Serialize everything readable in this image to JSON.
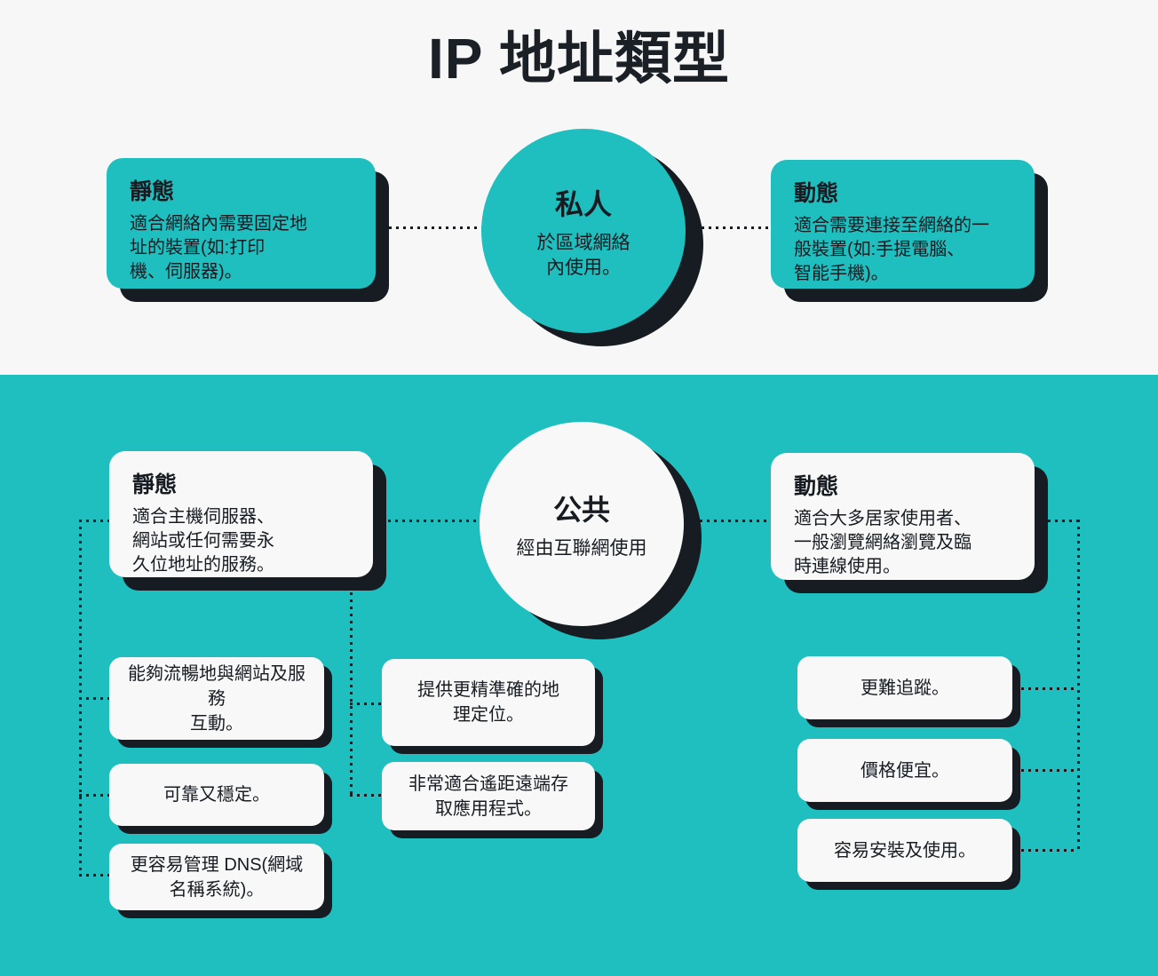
{
  "title": "IP 地址類型",
  "colors": {
    "accent_teal": "#1fbfbf",
    "shadow_black": "#171c22",
    "background_light": "#f7f7f7",
    "card_white": "#f8f8f8",
    "text": "#1b2026"
  },
  "private_section": {
    "hub": {
      "title": "私人",
      "subtitle": "於區域網絡\n內使用。"
    },
    "static_card": {
      "title": "靜態",
      "body": "適合網絡內需要固定地\n址的裝置(如:打印\n機、伺服器)。"
    },
    "dynamic_card": {
      "title": "動態",
      "body": "適合需要連接至網絡的一\n般裝置(如:手提電腦、\n智能手機)。"
    }
  },
  "public_section": {
    "hub": {
      "title": "公共",
      "subtitle": "經由互聯網使用"
    },
    "static_card": {
      "title": "靜態",
      "body": "適合主機伺服器、\n網站或任何需要永\n久位地址的服務。"
    },
    "dynamic_card": {
      "title": "動態",
      "body": "適合大多居家使用者、\n一般瀏覽網絡瀏覽及臨\n時連線使用。"
    },
    "static_benefits_left": [
      "能夠流暢地與網站及服務\n互動。",
      "可靠又穩定。",
      "更容易管理 DNS(網域\n名稱系統)。"
    ],
    "static_benefits_mid": [
      "提供更精準確的地\n理定位。",
      "非常適合遙距遠端存\n取應用程式。"
    ],
    "dynamic_benefits": [
      "更難追蹤。",
      "價格便宜。",
      "容易安裝及使用。"
    ]
  }
}
